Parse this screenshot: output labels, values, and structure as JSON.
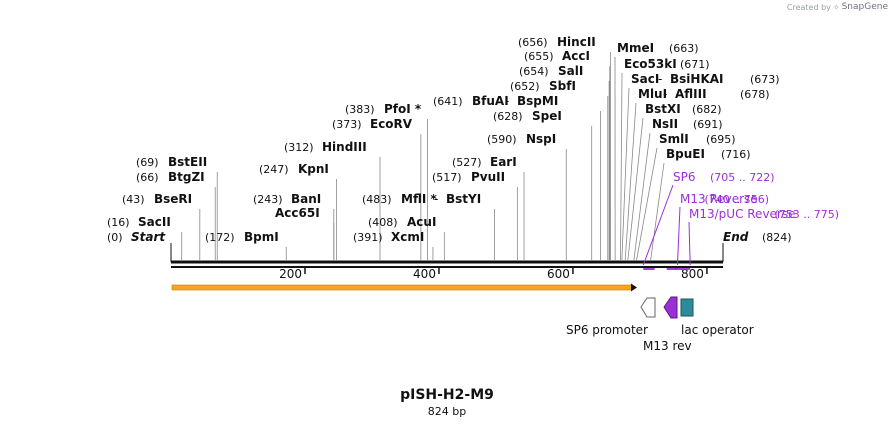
{
  "brand": {
    "prefix": "Created by",
    "name": "SnapGene"
  },
  "plasmid": {
    "name": "pISH-H2-M9",
    "length_label": "824 bp",
    "length": 824
  },
  "ticks": [
    "200",
    "400",
    "600",
    "800"
  ],
  "ends": {
    "start": "Start",
    "start_pos": "(0)",
    "end": "End",
    "end_pos": "(824)"
  },
  "sites": [
    {
      "pos": "(16)",
      "name": "SacII",
      "at": 16
    },
    {
      "pos": "(43)",
      "name": "BseRI",
      "at": 43
    },
    {
      "pos": "(66)",
      "name": "BtgZI",
      "at": 66
    },
    {
      "pos": "(69)",
      "name": "BstEII",
      "at": 69
    },
    {
      "pos": "(172)",
      "name": "BpmI",
      "at": 172
    },
    {
      "pos": "(243)",
      "name": "BanI",
      "at": 243
    },
    {
      "pos": "",
      "name": "Acc65I",
      "at": 243
    },
    {
      "pos": "(247)",
      "name": "KpnI",
      "at": 247
    },
    {
      "pos": "(312)",
      "name": "HindIII",
      "at": 312
    },
    {
      "pos": "(373)",
      "name": "EcoRV",
      "at": 373
    },
    {
      "pos": "(383)",
      "name": "PfoI *",
      "at": 383
    },
    {
      "pos": "(391)",
      "name": "XcmI",
      "at": 391
    },
    {
      "pos": "(408)",
      "name": "AcuI",
      "at": 408
    },
    {
      "pos": "(483)",
      "name": "MflI *",
      "name2": "BstYI",
      "at": 483
    },
    {
      "pos": "(517)",
      "name": "PvuII",
      "at": 517
    },
    {
      "pos": "(527)",
      "name": "EarI",
      "at": 527
    },
    {
      "pos": "(590)",
      "name": "NspI",
      "at": 590
    },
    {
      "pos": "(628)",
      "name": "SpeI",
      "at": 628
    },
    {
      "pos": "(641)",
      "name": "BfuAI",
      "name2": "BspMI",
      "at": 641
    },
    {
      "pos": "(652)",
      "name": "SbfI",
      "at": 652
    },
    {
      "pos": "(654)",
      "name": "SalI",
      "at": 654
    },
    {
      "pos": "(655)",
      "name": "AccI",
      "at": 655
    },
    {
      "pos": "(656)",
      "name": "HincII",
      "at": 656
    },
    {
      "pos": "(663)",
      "name": "MmeI",
      "at": 663
    },
    {
      "pos": "(671)",
      "name": "Eco53kI",
      "at": 671
    },
    {
      "pos": "(673)",
      "name": "SacI",
      "name2": "BsiHKAI",
      "at": 673
    },
    {
      "pos": "(678)",
      "name": "MluI",
      "name2": "AflIII",
      "at": 678
    },
    {
      "pos": "(682)",
      "name": "BstXI",
      "at": 682
    },
    {
      "pos": "(691)",
      "name": "NsII",
      "at": 691
    },
    {
      "pos": "(695)",
      "name": "SmlI",
      "at": 695
    },
    {
      "pos": "(716)",
      "name": "BpuEI",
      "at": 716
    }
  ],
  "primers": [
    {
      "name": "SP6",
      "range": "(705 .. 722)",
      "start": 705,
      "end": 722
    },
    {
      "name": "M13 Reverse",
      "range": "(740 .. 756)",
      "start": 740,
      "end": 756
    },
    {
      "name": "M13/pUC Reverse",
      "range": "(753 .. 775)",
      "start": 753,
      "end": 775
    }
  ],
  "features": [
    {
      "name": "SP6 promoter",
      "color": "#ffffff"
    },
    {
      "name": "M13 rev",
      "color": "#9b30d9"
    },
    {
      "name": "lac operator",
      "color": "#2e8b9a"
    }
  ],
  "colors": {
    "orf": "#f5a623",
    "primer": "#9b30d9",
    "backbone": "#111111",
    "lac": "#2e8b9a"
  }
}
